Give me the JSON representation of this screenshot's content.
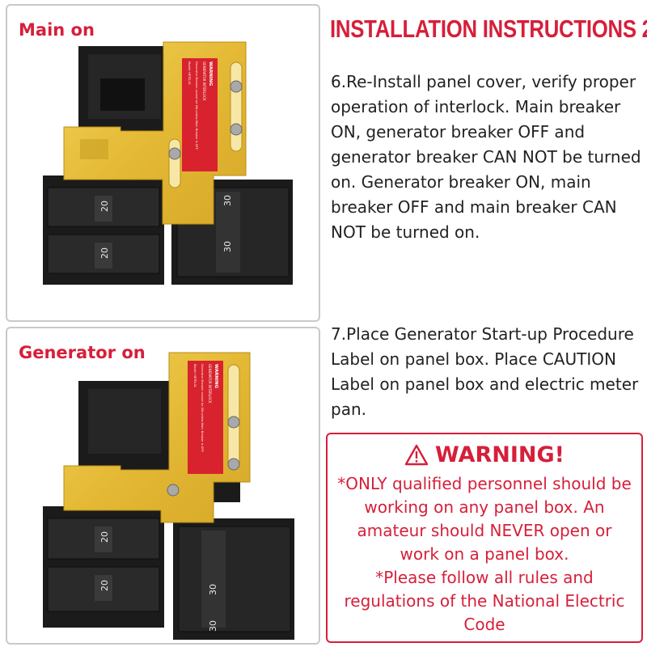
{
  "panels": {
    "main_on_label": "Main on",
    "generator_on_label": "Generator on"
  },
  "device_label": {
    "warning": "WARNING",
    "subtitle": "GENERATOR INTERLOCK",
    "text": "Generator Breaker cannot be ON unless Main Breaker is OFF.",
    "model": "Model: HETD-01"
  },
  "breaker_ratings": {
    "left": "20",
    "right": "30"
  },
  "title": "INSTALLATION INSTRUCTIONS 2",
  "step6": "6.Re-Install panel cover, verify proper operation of interlock. Main breaker ON, generator breaker OFF and generator breaker CAN NOT be turned on. Generator breaker ON, main breaker OFF and main breaker CAN NOT be turned on.",
  "step7": "7.Place Generator Start-up Procedure Label on panel box. Place CAUTION Label on panel box and electric meter pan.",
  "warning": {
    "title": "WARNING!",
    "text1": "*ONLY qualified personnel should be working on any panel box. An amateur should NEVER open or work on a panel box.",
    "text2": "*Please follow all rules and regulations of the National Electric Code"
  },
  "colors": {
    "accent_red": "#d61f3a",
    "plate_gold": "#e9c23f",
    "breaker_black": "#1b1b1b"
  }
}
